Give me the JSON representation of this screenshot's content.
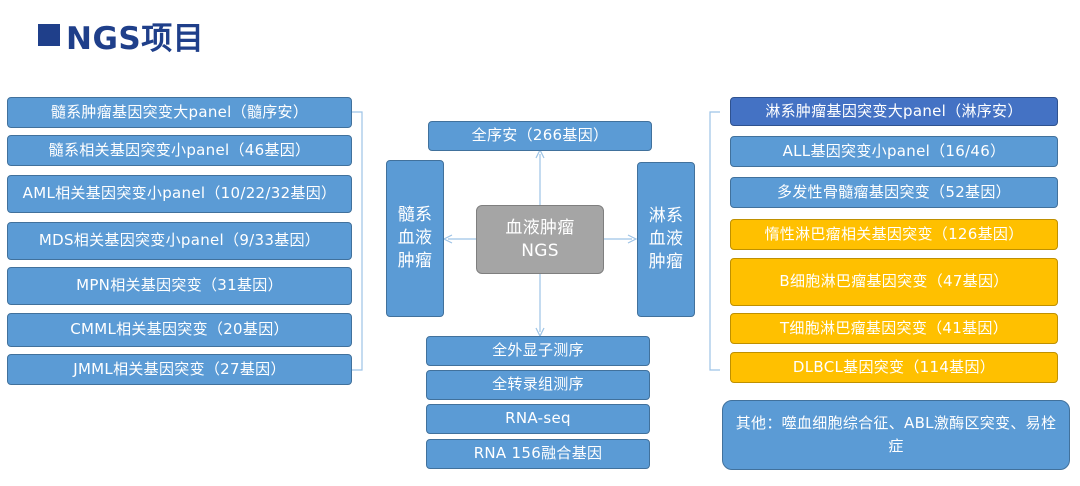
{
  "title": "NGS项目",
  "center": {
    "line1": "血液肿瘤",
    "line2": "NGS"
  },
  "left_hub": "髓系血液肿瘤",
  "right_hub": "淋系血液肿瘤",
  "top_item": "全序安（266基因）",
  "left_items": [
    "髓系肿瘤基因突变大panel（髓序安）",
    "髓系相关基因突变小panel（46基因）",
    "AML相关基因突变小panel（10/22/32基因）",
    "MDS相关基因突变小panel（9/33基因）",
    "MPN相关基因突变（31基因）",
    "CMML相关基因突变（20基因）",
    "JMML相关基因突变（27基因）"
  ],
  "right_items": [
    "淋系肿瘤基因突变大panel（淋序安）",
    "ALL基因突变小panel（16/46）",
    "多发性骨髓瘤基因突变（52基因）",
    "惰性淋巴瘤相关基因突变（126基因）",
    "B细胞淋巴瘤基因突变（47基因）",
    "T细胞淋巴瘤基因突变（41基因）",
    "DLBCL基因突变（114基因）"
  ],
  "bottom_items": [
    "全外显子测序",
    "全转录组测序",
    "RNA-seq",
    "RNA 156融合基因"
  ],
  "other": "其他：噬血细胞综合征、ABL激酶区突变、易栓症",
  "colors": {
    "title": "#1f3f8a",
    "box_blue": "#5b9bd5",
    "box_dark_blue": "#4472c4",
    "box_orange": "#ffc000",
    "box_gray": "#a5a5a5",
    "connector": "#9dc3e6"
  }
}
